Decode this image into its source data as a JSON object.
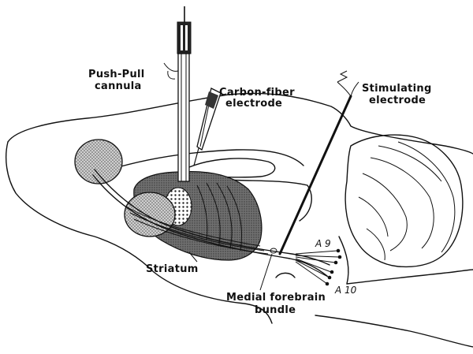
{
  "labels": {
    "push_pull_1": "Push-Pull",
    "push_pull_2": "cannula",
    "carbon_1": "Carbon-fiber",
    "carbon_2": "electrode",
    "stim_1": "Stimulating",
    "stim_2": "electrode",
    "striatum": "Striatum",
    "mfb_1": "Medial forebrain",
    "mfb_2": "bundle",
    "a9": "A 9",
    "a10": "A 10"
  },
  "colors": {
    "ink": "#111111",
    "striatum_fill": "#6e6e6e",
    "paper": "#ffffff"
  }
}
